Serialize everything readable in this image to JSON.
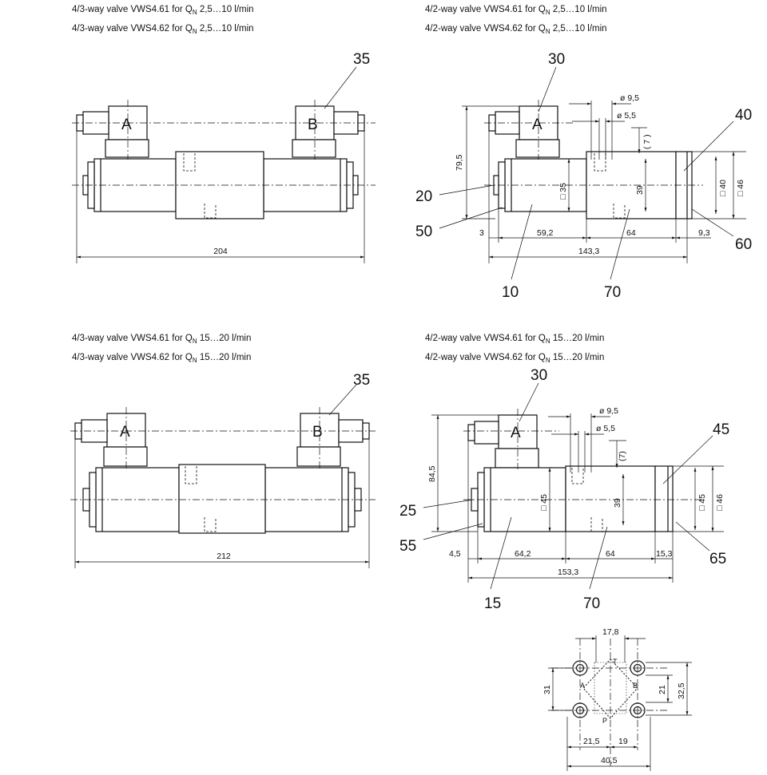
{
  "captions": {
    "tl": {
      "line1_pre": "4/3-way valve VWS4.61 for Q",
      "line1_sub": "N",
      "line1_post": " 2,5…10 l/min",
      "line2_pre": "4/3-way valve VWS4.62 for Q",
      "line2_sub": "N",
      "line2_post": " 2,5…10 l/min"
    },
    "tr": {
      "line1_pre": "4/2-way valve VWS4.61 for Q",
      "line1_sub": "N",
      "line1_post": " 2,5…10 l/min",
      "line2_pre": "4/2-way valve VWS4.62 for Q",
      "line2_sub": "N",
      "line2_post": " 2,5…10 l/min"
    },
    "bl": {
      "line1_pre": "4/3-way valve VWS4.61 for Q",
      "line1_sub": "N",
      "line1_post": " 15…20 l/min",
      "line2_pre": "4/3-way valve VWS4.62 for Q",
      "line2_sub": "N",
      "line2_post": " 15…20 l/min"
    },
    "br": {
      "line1_pre": "4/2-way valve VWS4.61 for Q",
      "line1_sub": "N",
      "line1_post": " 15…20 l/min",
      "line2_pre": "4/2-way valve VWS4.62 for Q",
      "line2_sub": "N",
      "line2_post": " 15…20 l/min"
    }
  },
  "connector_letters": {
    "a": "A",
    "b": "B"
  },
  "tl": {
    "callout": "35",
    "dim_width": "204"
  },
  "tr": {
    "callout_top": "30",
    "callout_right": "40",
    "callout_20": "20",
    "callout_50": "50",
    "callout_10": "10",
    "callout_70": "70",
    "callout_60": "60",
    "d_phi95": "ø 9,5",
    "d_phi55": "ø 5,5",
    "d_7": "( 7 )",
    "d_795": "79,5",
    "d_sq35": "□ 35",
    "d_39": "39",
    "d_sq40": "□ 40",
    "d_sq46": "□ 46",
    "d_3": "3",
    "d_592": "59,2",
    "d_64": "64",
    "d_93": "9,3",
    "d_1433": "143,3"
  },
  "bl": {
    "callout": "35",
    "dim_width": "212"
  },
  "br": {
    "callout_top": "30",
    "callout_right": "45",
    "callout_25": "25",
    "callout_55": "55",
    "callout_15": "15",
    "callout_70": "70",
    "callout_65": "65",
    "d_phi95": "ø 9,5",
    "d_phi55": "ø 5,5",
    "d_7": "(7)",
    "d_845": "84,5",
    "d_sq45": "□ 45",
    "d_39": "39",
    "d_sq45r": "□ 45",
    "d_sq46": "□ 46",
    "d_45": "4,5",
    "d_642": "64,2",
    "d_64": "64",
    "d_153": "15,3",
    "d_1533": "153,3"
  },
  "pattern": {
    "d_178": "17,8",
    "d_31": "31",
    "d_21": "21",
    "d_325": "32,5",
    "d_215": "21,5",
    "d_19": "19",
    "d_405": "40,5",
    "p_a": "A",
    "p_b": "B",
    "p_t": "T",
    "p_p": "P"
  }
}
